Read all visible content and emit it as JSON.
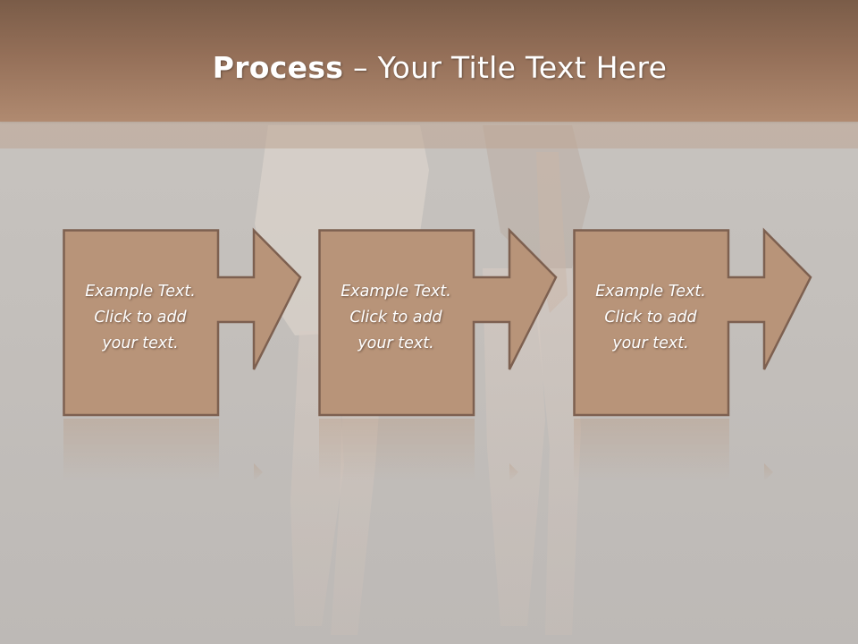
{
  "slide": {
    "title_strong": "Process",
    "title_rest": " – Your Title Text Here"
  },
  "steps": [
    {
      "line1": "Example Text.",
      "line2": "Click  to add",
      "line3": "your text."
    },
    {
      "line1": "Example Text.",
      "line2": "Click  to add",
      "line3": "your text."
    },
    {
      "line1": "Example Text.",
      "line2": "Click  to add",
      "line3": "your text."
    }
  ],
  "colors": {
    "header": "#946f58",
    "box_fill": "#b89479",
    "box_stroke": "#7d6050",
    "background": "#c6c2be"
  }
}
